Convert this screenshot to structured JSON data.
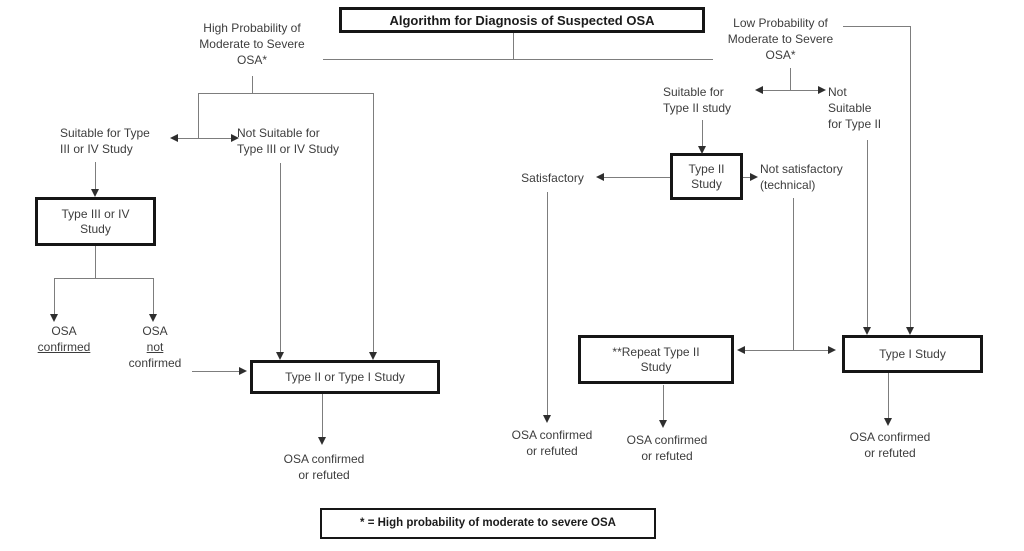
{
  "colors": {
    "background": "#ffffff",
    "line": "#7d7d7d",
    "arrow": "#2e2e2e",
    "box_border": "#161616",
    "text": "#3d3d3d",
    "title_text": "#1b1b1b"
  },
  "title": {
    "text": "Algorithm for Diagnosis of Suspected OSA"
  },
  "footnote": {
    "text": "* = High probability of moderate to severe OSA"
  },
  "labels": {
    "high_prob": {
      "lines": [
        "High Probability of",
        "Moderate to Severe",
        "OSA*"
      ]
    },
    "low_prob": {
      "lines": [
        "Low Probability of",
        "Moderate to Severe",
        "OSA*"
      ]
    },
    "suitable_3_4": {
      "lines": [
        "Suitable for Type",
        "III or IV Study"
      ]
    },
    "not_suitable_3_4": {
      "lines": [
        "Not Suitable for",
        "Type III or IV Study"
      ]
    },
    "osa_confirmed": {
      "lines": [
        "OSA",
        "confirmed"
      ],
      "underlined_word": "confirmed"
    },
    "osa_not_confirmed": {
      "lines": [
        "OSA",
        "not",
        "confirmed"
      ],
      "underlined_word": "not"
    },
    "suitable_2": {
      "lines": [
        "Suitable for",
        "Type II study"
      ]
    },
    "not_suitable_2": {
      "lines": [
        "Not",
        "Suitable",
        "for Type II"
      ]
    },
    "satisfactory": {
      "lines": [
        "Satisfactory"
      ]
    },
    "not_satisfactory": {
      "lines": [
        "Not satisfactory",
        "(technical)"
      ]
    },
    "outcome_mid": {
      "lines": [
        "OSA confirmed",
        "or refuted"
      ]
    },
    "outcome_satisfactory": {
      "lines": [
        "OSA confirmed",
        "or refuted"
      ]
    },
    "outcome_repeat": {
      "lines": [
        "OSA confirmed",
        "or refuted"
      ]
    },
    "outcome_type1": {
      "lines": [
        "OSA confirmed",
        "or refuted"
      ]
    }
  },
  "boxes": {
    "type_3_4": {
      "lines": [
        "Type III or IV",
        "Study"
      ]
    },
    "type_2": {
      "lines": [
        "Type II",
        "Study"
      ]
    },
    "type_2_or_1": {
      "lines": [
        "Type II or Type I Study"
      ]
    },
    "repeat_type_2": {
      "lines": [
        "**Repeat Type II",
        "Study"
      ]
    },
    "type_1": {
      "lines": [
        "Type I Study"
      ]
    }
  }
}
